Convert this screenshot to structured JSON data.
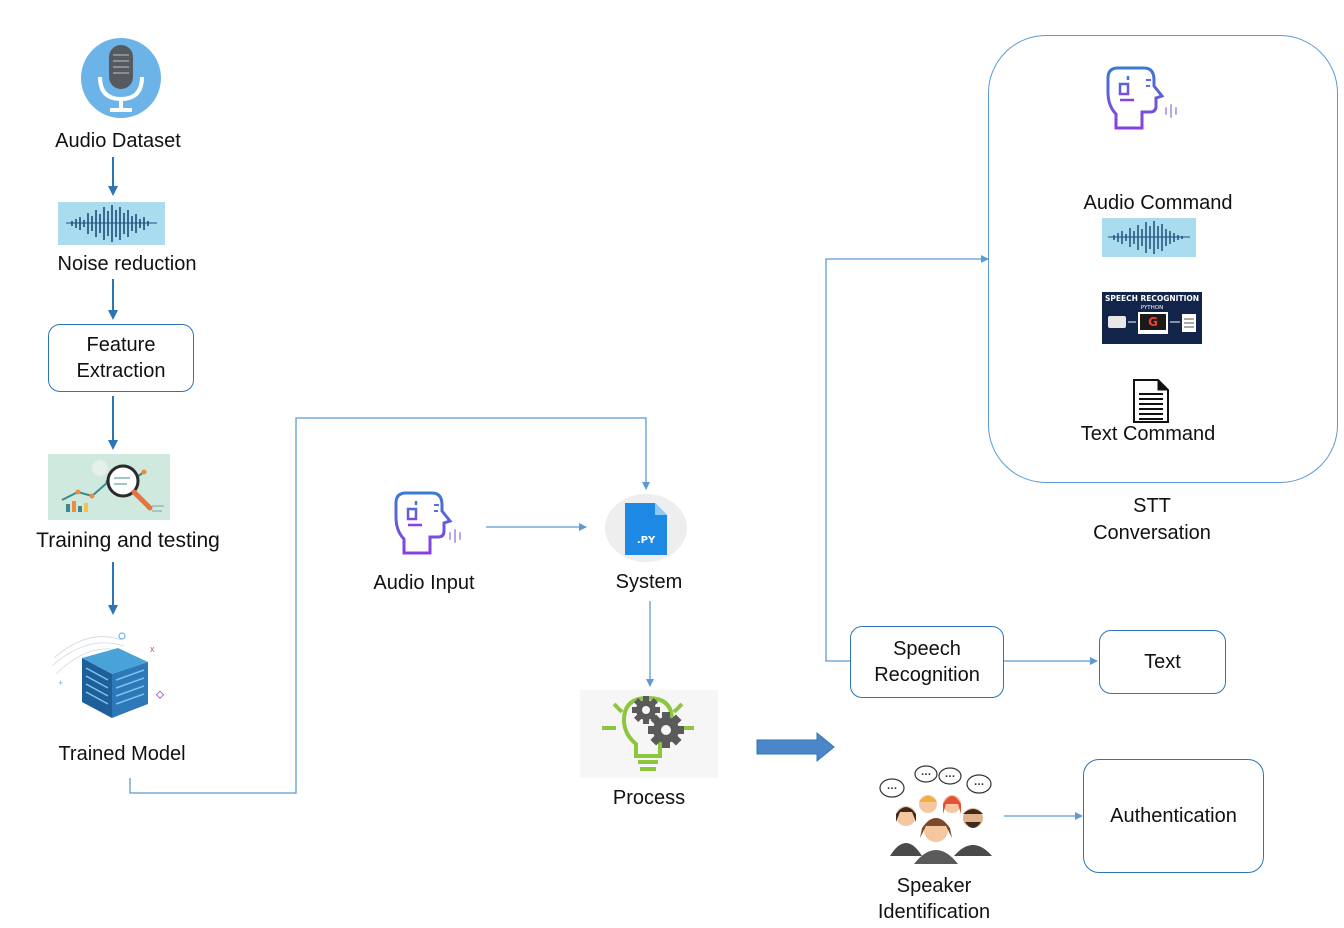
{
  "training": {
    "audio_dataset": "Audio Dataset",
    "noise_reduction": "Noise reduction",
    "feature_extraction_line1": "Feature",
    "feature_extraction_line2": "Extraction",
    "training_testing": "Training and testing",
    "trained_model": "Trained Model"
  },
  "runtime": {
    "audio_input": "Audio Input",
    "system": "System",
    "system_file_ext": ".PY",
    "process": "Process"
  },
  "stt": {
    "audio_command": "Audio Command",
    "speech_recognition_banner_line1": "SPEECH RECOGNITION",
    "speech_recognition_banner_line2": "PYTHON",
    "speech_recognition_banner_logo": "G",
    "text_command": "Text Command",
    "caption_line1": "STT",
    "caption_line2": "Conversation"
  },
  "outputs": {
    "speech_recognition_line1": "Speech",
    "speech_recognition_line2": "Recognition",
    "text": "Text",
    "speaker_identification_line1": "Speaker",
    "speaker_identification_line2": "Identification",
    "authentication": "Authentication",
    "speech_bubble_text": "..."
  },
  "colors": {
    "primary_arrow": "#2e75b6",
    "thin_arrow": "#5b9bd5",
    "orange_arrow": "#ed7d31",
    "waveform_bg": "#aadcef",
    "icon_purple": "#7b3fe4",
    "icon_blue": "#3a7bd5",
    "process_green": "#8cc63f",
    "gear_grey": "#5a5a5a"
  }
}
